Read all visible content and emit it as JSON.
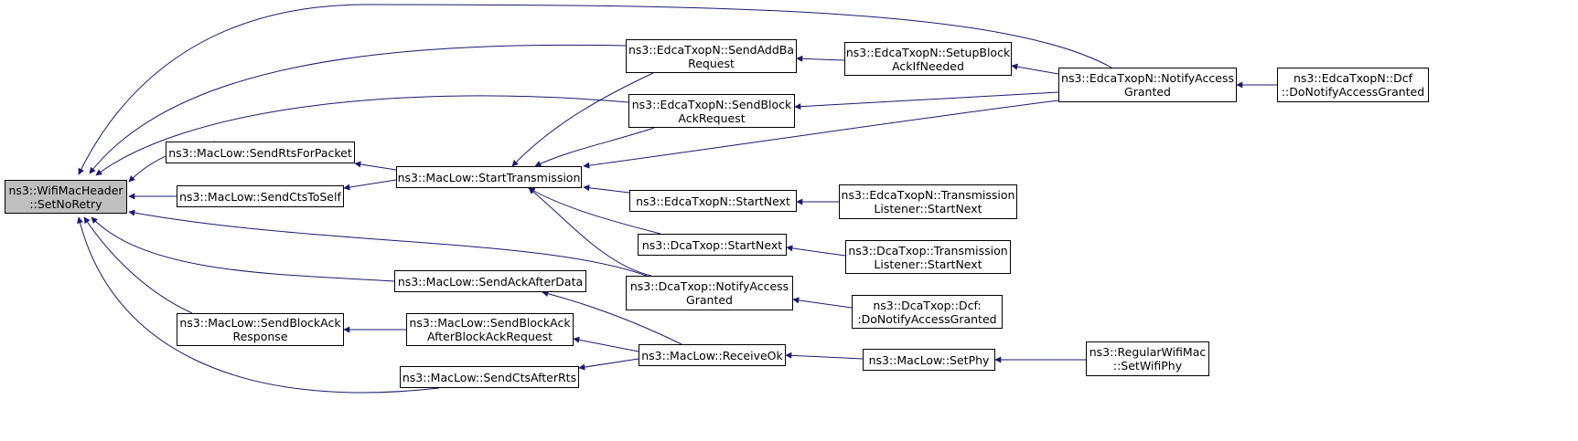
{
  "colors": {
    "edge": "#191970",
    "node_border": "#000000",
    "root_fill": "#bfbfbf",
    "node_fill": "#ffffff"
  },
  "nodes": {
    "setnoretry": [
      "ns3::WifiMacHeader",
      "::SetNoRetry"
    ],
    "sendrtsforpacket": [
      "ns3::MacLow::SendRtsForPacket"
    ],
    "sendctstoself": [
      "ns3::MacLow::SendCtsToSelf"
    ],
    "starttransmission": [
      "ns3::MacLow::StartTransmission"
    ],
    "sendaddba": [
      "ns3::EdcaTxopN::SendAddBa",
      "Request"
    ],
    "sendblockackrequest": [
      "ns3::EdcaTxopN::SendBlock",
      "AckRequest"
    ],
    "setupblockack": [
      "ns3::EdcaTxopN::SetupBlock",
      "AckIfNeeded"
    ],
    "edca_notifyaccess": [
      "ns3::EdcaTxopN::NotifyAccess",
      "Granted"
    ],
    "edca_dcf_notify": [
      "ns3::EdcaTxopN::Dcf",
      "::DoNotifyAccessGranted"
    ],
    "edca_startnext": [
      "ns3::EdcaTxopN::StartNext"
    ],
    "edca_tl_startnext": [
      "ns3::EdcaTxopN::Transmission",
      "Listener::StartNext"
    ],
    "dca_startnext": [
      "ns3::DcaTxop::StartNext"
    ],
    "dca_tl_startnext": [
      "ns3::DcaTxop::Transmission",
      "Listener::StartNext"
    ],
    "dca_notifyaccess": [
      "ns3::DcaTxop::NotifyAccess",
      "Granted"
    ],
    "dca_dcf_notify": [
      "ns3::DcaTxop::Dcf:",
      ":DoNotifyAccessGranted"
    ],
    "sendackafterdata": [
      "ns3::MacLow::SendAckAfterData"
    ],
    "sendblockackresponse": [
      "ns3::MacLow::SendBlockAck",
      "Response"
    ],
    "sendblockackafterbar": [
      "ns3::MacLow::SendBlockAck",
      "AfterBlockAckRequest"
    ],
    "receiveok": [
      "ns3::MacLow::ReceiveOk"
    ],
    "setphy": [
      "ns3::MacLow::SetPhy"
    ],
    "setwifiphy": [
      "ns3::RegularWifiMac",
      "::SetWifiPhy"
    ],
    "sendctsafterrts": [
      "ns3::MacLow::SendCtsAfterRts"
    ]
  },
  "edges": [
    [
      "sendrtsforpacket",
      "setnoretry"
    ],
    [
      "sendctstoself",
      "setnoretry"
    ],
    [
      "sendaddba",
      "setnoretry"
    ],
    [
      "sendblockackrequest",
      "setnoretry"
    ],
    [
      "edca_notifyaccess",
      "setnoretry"
    ],
    [
      "dca_notifyaccess",
      "setnoretry"
    ],
    [
      "sendackafterdata",
      "setnoretry"
    ],
    [
      "sendblockackresponse",
      "setnoretry"
    ],
    [
      "sendctsafterrts",
      "setnoretry"
    ],
    [
      "starttransmission",
      "sendrtsforpacket"
    ],
    [
      "starttransmission",
      "sendctstoself"
    ],
    [
      "sendaddba",
      "starttransmission"
    ],
    [
      "sendblockackrequest",
      "starttransmission"
    ],
    [
      "edca_notifyaccess",
      "starttransmission"
    ],
    [
      "edca_startnext",
      "starttransmission"
    ],
    [
      "dca_startnext",
      "starttransmission"
    ],
    [
      "dca_notifyaccess",
      "starttransmission"
    ],
    [
      "setupblockack",
      "sendaddba"
    ],
    [
      "edca_notifyaccess",
      "sendblockackrequest"
    ],
    [
      "edca_notifyaccess",
      "setupblockack"
    ],
    [
      "edca_dcf_notify",
      "edca_notifyaccess"
    ],
    [
      "edca_tl_startnext",
      "edca_startnext"
    ],
    [
      "dca_tl_startnext",
      "dca_startnext"
    ],
    [
      "dca_dcf_notify",
      "dca_notifyaccess"
    ],
    [
      "receiveok",
      "sendackafterdata"
    ],
    [
      "sendblockackafterbar",
      "sendblockackresponse"
    ],
    [
      "receiveok",
      "sendblockackafterbar"
    ],
    [
      "receiveok",
      "sendctsafterrts"
    ],
    [
      "setphy",
      "receiveok"
    ],
    [
      "setwifiphy",
      "setphy"
    ]
  ]
}
